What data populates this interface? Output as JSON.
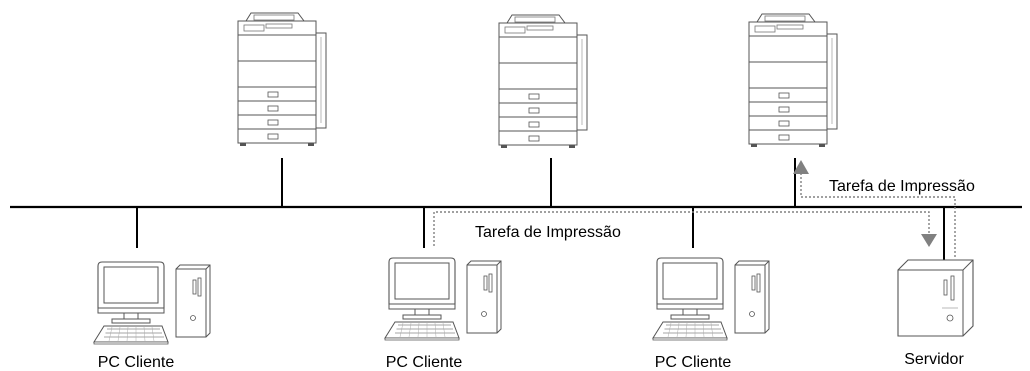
{
  "labels": {
    "client_1": "PC Cliente",
    "client_2": "PC Cliente",
    "client_3": "PC Cliente",
    "server": "Servidor",
    "print_job_to_server": "Tarefa de Impressão",
    "print_job_to_printer": "Tarefa de Impressão"
  },
  "colors": {
    "line": "#000000",
    "device_stroke": "#555555",
    "device_fill": "#ffffff",
    "arrow": "#808080",
    "flow_dotted": "#808080"
  }
}
